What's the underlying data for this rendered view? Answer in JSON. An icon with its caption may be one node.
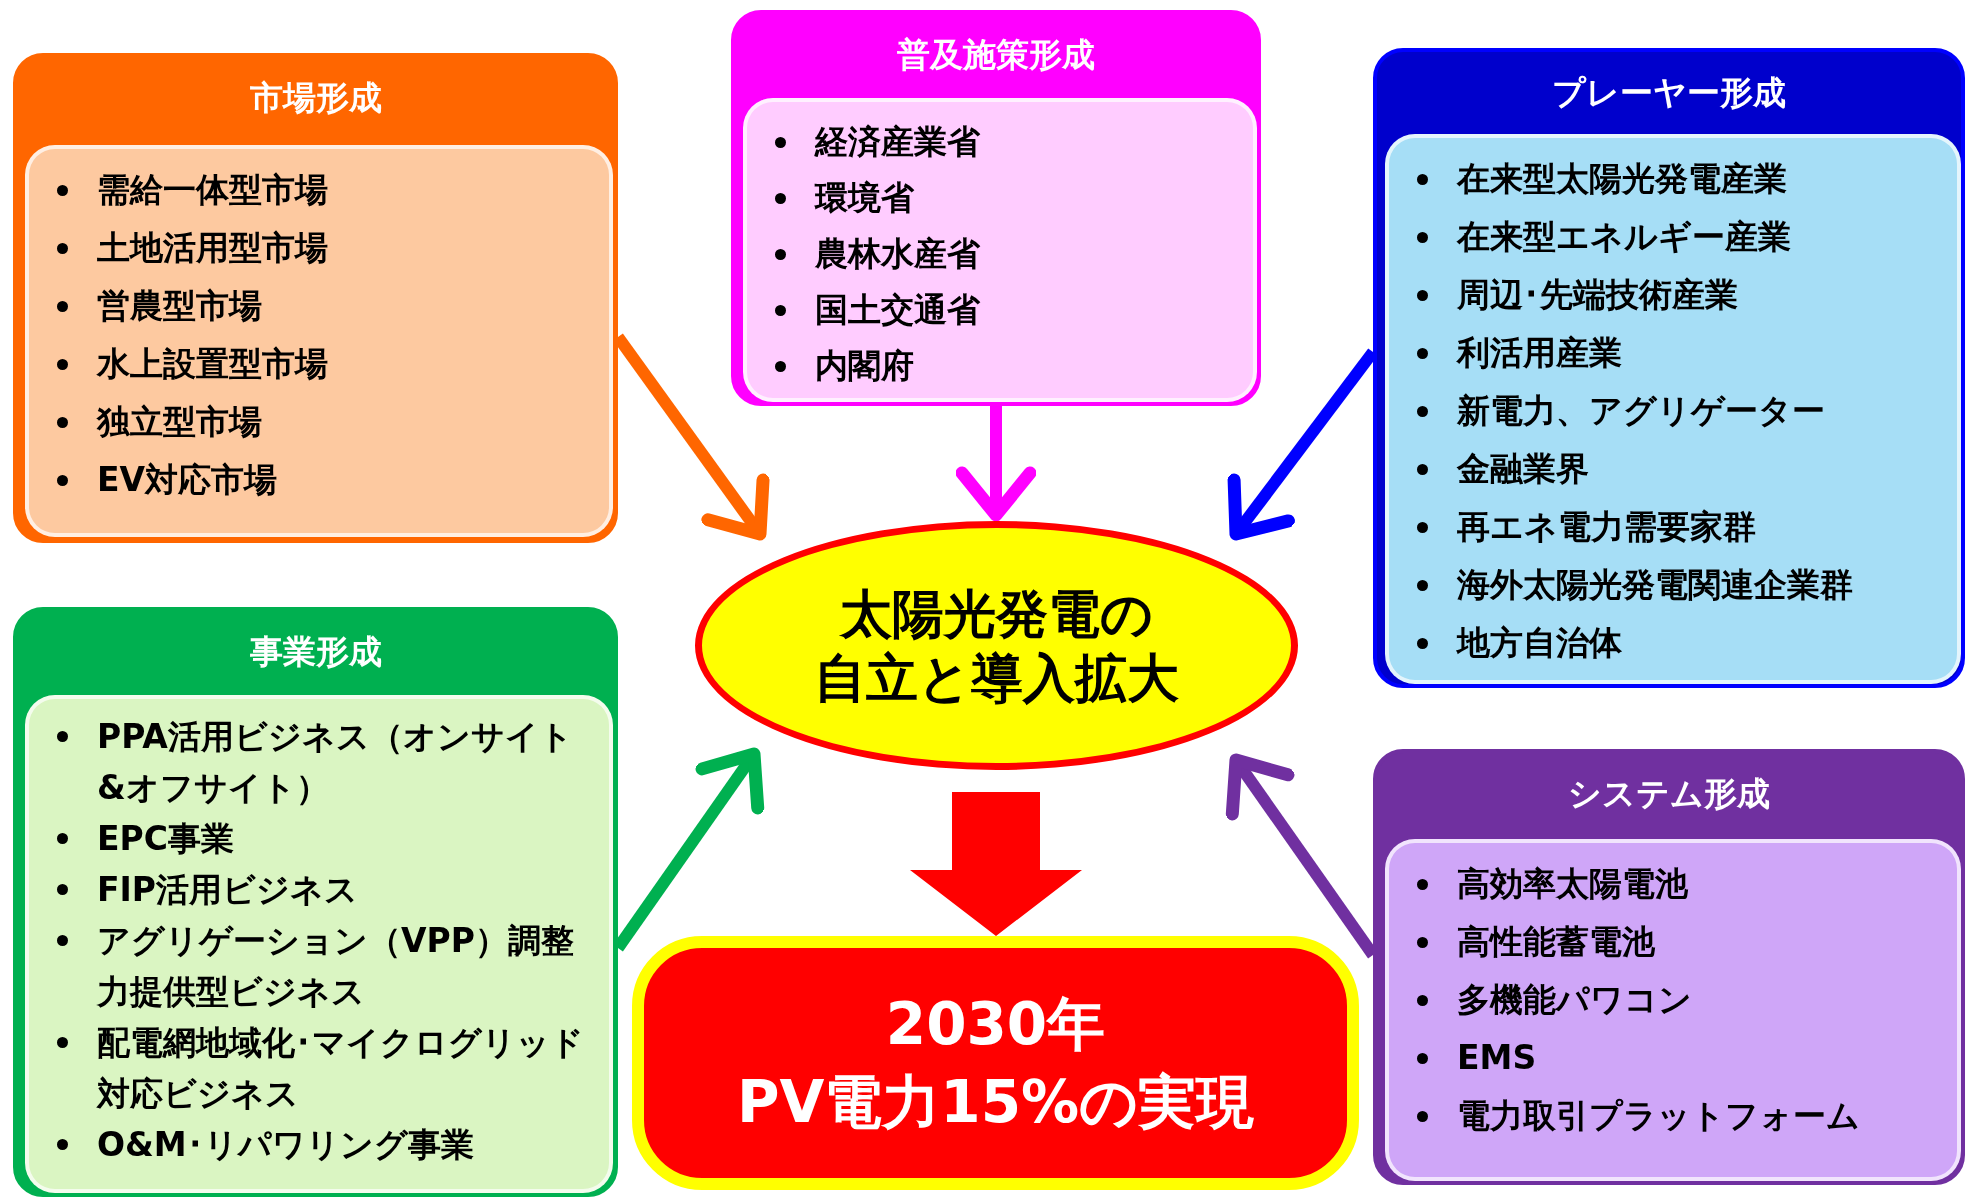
{
  "diagram": {
    "nodes": [
      {
        "text": [
          "市場形成"
        ]
      },
      {
        "text": [
          "需給一体型市場",
          "土地活用型市場",
          "営農型市場",
          "水上設置型市場",
          "独立型市場",
          "EV対応市場"
        ],
        "in": 0
      },
      {
        "text": [
          "普及施策形成"
        ]
      },
      {
        "text": [
          "経済産業省",
          "環境省",
          "農林水産省",
          "国土交通省",
          "内閣府"
        ],
        "in": 2
      },
      {
        "text": [
          "プレーヤー形成"
        ]
      },
      {
        "text": [
          "在来型太陽光発電産業",
          "在来型エネルギー産業",
          "周辺･先端技術産業",
          "利活用産業",
          "新電力、アグリゲーター",
          "金融業界",
          "再エネ電力需要家群",
          "海外太陽光発電関連企業群",
          "地方自治体"
        ],
        "in": 4
      },
      {
        "text": [
          "太陽光発電の",
          "自立と導入拡大"
        ]
      },
      {
        "text": [
          "事業形成"
        ]
      },
      {
        "text": [
          "PPA活用ビジネス（オンサイト&オフサイト）",
          "EPC事業",
          "FIP活用ビジネス",
          "アグリゲーション（VPP）調整力提供型ビジネス",
          "配電網地域化･マイクログリッド対応ビジネス",
          "O&M･リパワリング事業"
        ],
        "in": 7
      },
      {
        "text": [
          "システム形成"
        ]
      },
      {
        "text": [
          "高効率太陽電池",
          "高性能蓄電池",
          "多機能パワコン",
          "EMS",
          "電力取引プラットフォーム"
        ],
        "in": 9
      },
      {
        "text": [
          "2030年",
          "PV電力15%の実現"
        ]
      }
    ],
    "edges": [
      {
        "from": 0,
        "to": 6,
        "arrow": "to",
        "color": "#ff6600"
      },
      {
        "from": 2,
        "to": 6,
        "arrow": "to",
        "color": "#ff00ff"
      },
      {
        "from": 4,
        "to": 6,
        "arrow": "to",
        "color": "#0000ff"
      },
      {
        "from": 7,
        "to": 6,
        "arrow": "to",
        "color": "#00b050"
      },
      {
        "from": 9,
        "to": 6,
        "arrow": "to",
        "color": "#7030a0"
      },
      {
        "from": 6,
        "to": 11,
        "arrow": "to",
        "style": "thick",
        "color": "#ff0000"
      }
    ]
  }
}
